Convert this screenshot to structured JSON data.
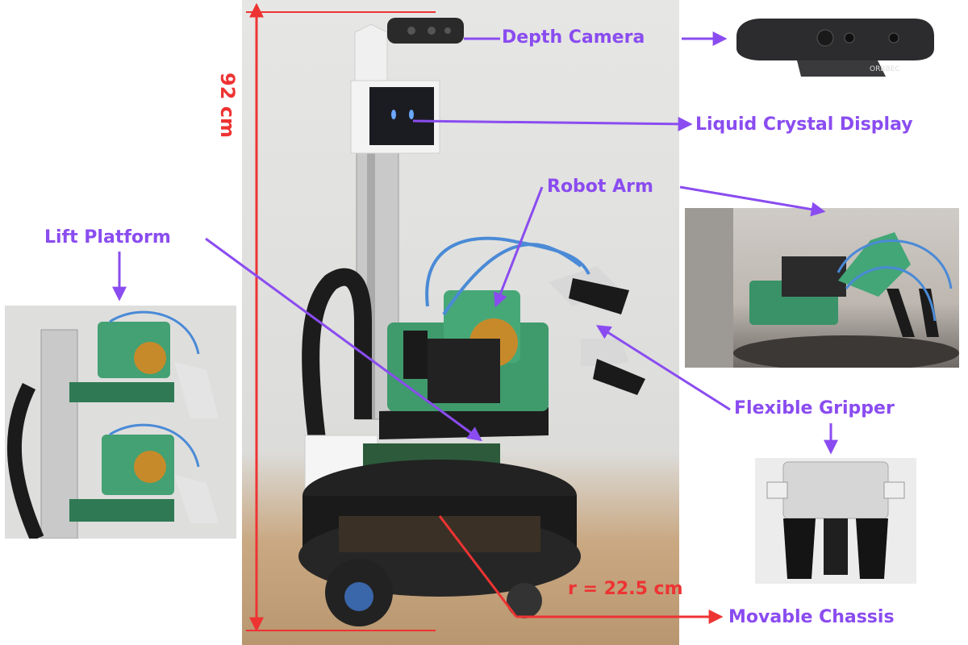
{
  "annotations": {
    "depth_camera": "Depth Camera",
    "lcd": "Liquid Crystal Display",
    "robot_arm": "Robot Arm",
    "lift_platform": "Lift Platform",
    "flexible_gripper": "Flexible Gripper",
    "movable_chassis": "Movable Chassis"
  },
  "dimensions": {
    "height": "92 cm",
    "radius": "r = 22.5 cm"
  },
  "camera_brand": "ORBBEC",
  "colors": {
    "label": "#8a4cf0",
    "dimension": "#ee3333",
    "arm_green": "#3f9a6c",
    "chassis": "#1f1f1f"
  }
}
